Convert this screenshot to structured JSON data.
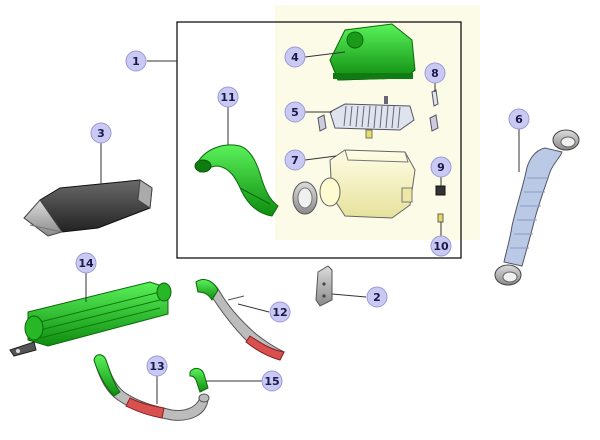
{
  "callouts": [
    "1",
    "2",
    "3",
    "4",
    "5",
    "6",
    "7",
    "8",
    "9",
    "10",
    "11",
    "12",
    "13",
    "14",
    "15"
  ],
  "colors": {
    "badge_fill": "#c9c9f3",
    "badge_stroke": "#9b9bd6",
    "green": "#2ed12e",
    "green_dark": "#128a12",
    "yellow": "#f4f2c0",
    "grey": "#8c8c8c",
    "dark": "#3a3a3a",
    "red": "#d95050",
    "hose_blue": "#b7c7e4"
  },
  "icons": [
    "clamp-icon",
    "bolt-icon",
    "nut-icon"
  ]
}
